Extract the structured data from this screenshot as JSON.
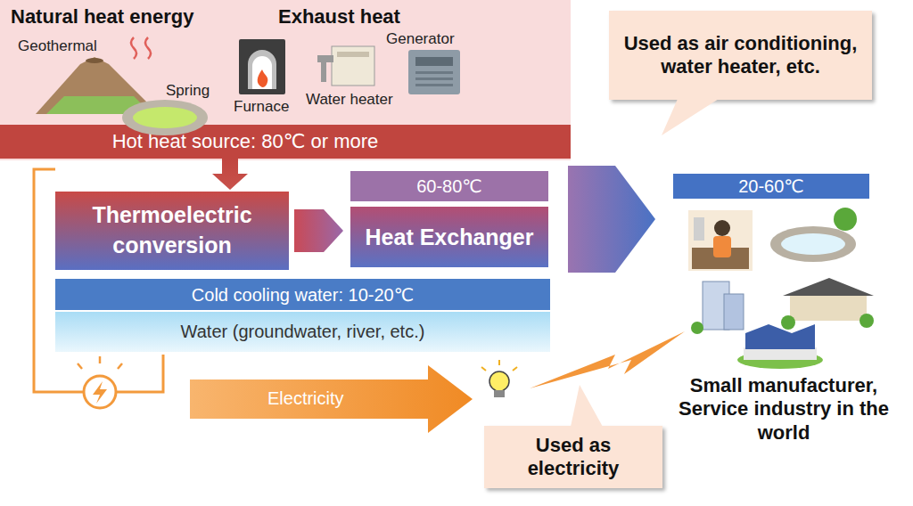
{
  "diagram": {
    "nodes": [
      {
        "text": [
          "Natural heat energy",
          "Exhaust heat"
        ]
      },
      {
        "text": [
          "Hot heat source: 80℃ or more"
        ],
        "in": 0
      },
      {
        "text": [
          "Thermoelectric conversion"
        ]
      },
      {
        "text": [
          "60-80℃"
        ]
      },
      {
        "text": [
          "Heat Exchanger"
        ]
      },
      {
        "text": [
          "Cold cooling water: 10-20℃"
        ]
      },
      {
        "text": [
          "Water (groundwater, river, etc.)"
        ]
      },
      {
        "text": [
          "20-60℃"
        ]
      },
      {
        "text": [
          "Used as air conditioning, water heater, etc."
        ]
      },
      {
        "text": [
          "Used as electricity"
        ]
      }
    ],
    "edges": [
      {
        "from": 1,
        "to": 2,
        "arrow": "to"
      },
      {
        "from": 2,
        "to": 4,
        "arrow": "to"
      },
      {
        "from": 4,
        "to": 7,
        "arrow": "to"
      }
    ],
    "labels": [
      "Geothermal",
      "Spring",
      "Furnace",
      "Water heater",
      "Generator",
      "Electricity",
      "Small manufacturer, Service industry in the world"
    ]
  }
}
